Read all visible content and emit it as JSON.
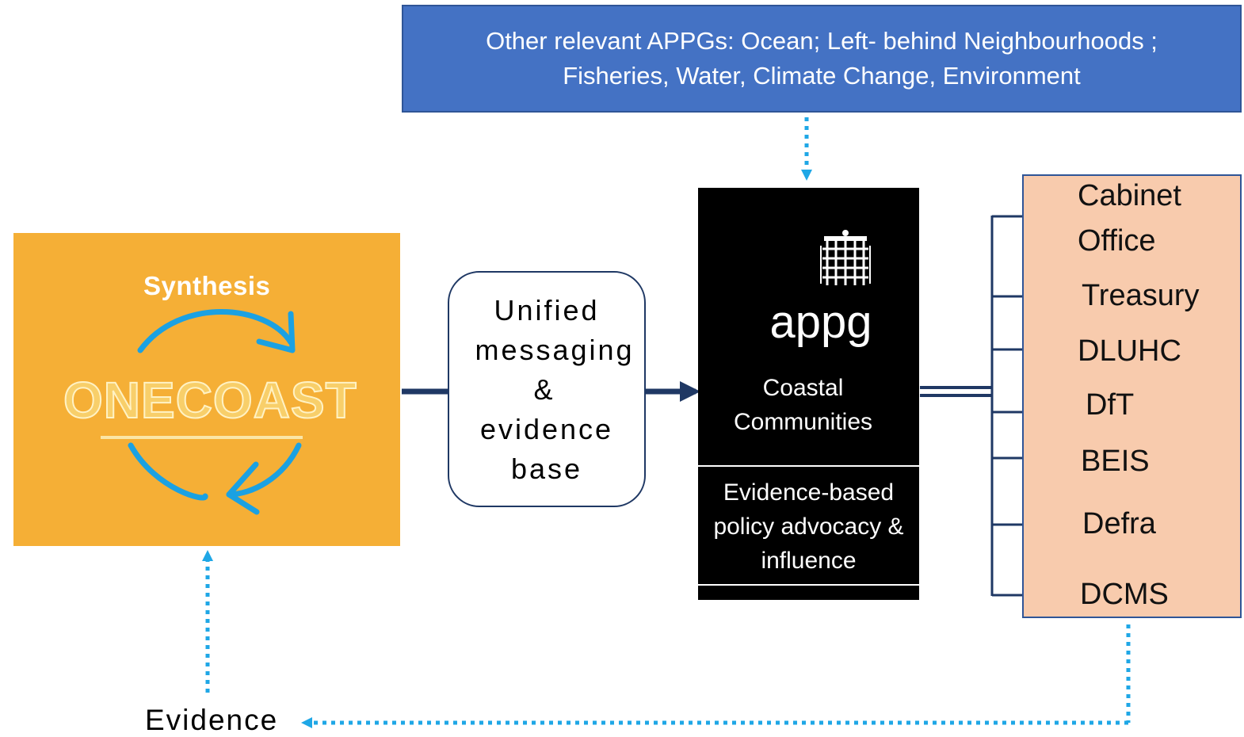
{
  "top_box": {
    "line1": "Other relevant APPGs: Ocean; Left- behind  Neighbourhoods ;",
    "line2": "Fisheries, Water, Climate Change, Environment"
  },
  "onecoast": {
    "synthesis": "Synthesis",
    "brand": "ONECOAST"
  },
  "unified": {
    "lines": [
      "Unified",
      "messaging",
      "&",
      "evidence",
      "base"
    ]
  },
  "appg": {
    "logo_word": "appg",
    "group_line1": "Coastal",
    "group_line2": "Communities",
    "advocacy_line1": "Evidence-based",
    "advocacy_line2": "policy advocacy &",
    "advocacy_line3": "influence"
  },
  "departments": [
    "Cabinet",
    "Office",
    "Treasury",
    "DLUHC",
    "DfT",
    "BEIS",
    "Defra",
    "DCMS"
  ],
  "evidence_label": "Evidence",
  "colors": {
    "top_box": "#4472c4",
    "onecoast_box": "#f5af36",
    "cycle_arrow": "#1ba1e2",
    "dark_arrow": "#1f3864",
    "dotted_arrow": "#1fa7e6",
    "dept_box": "#f8cbad"
  }
}
